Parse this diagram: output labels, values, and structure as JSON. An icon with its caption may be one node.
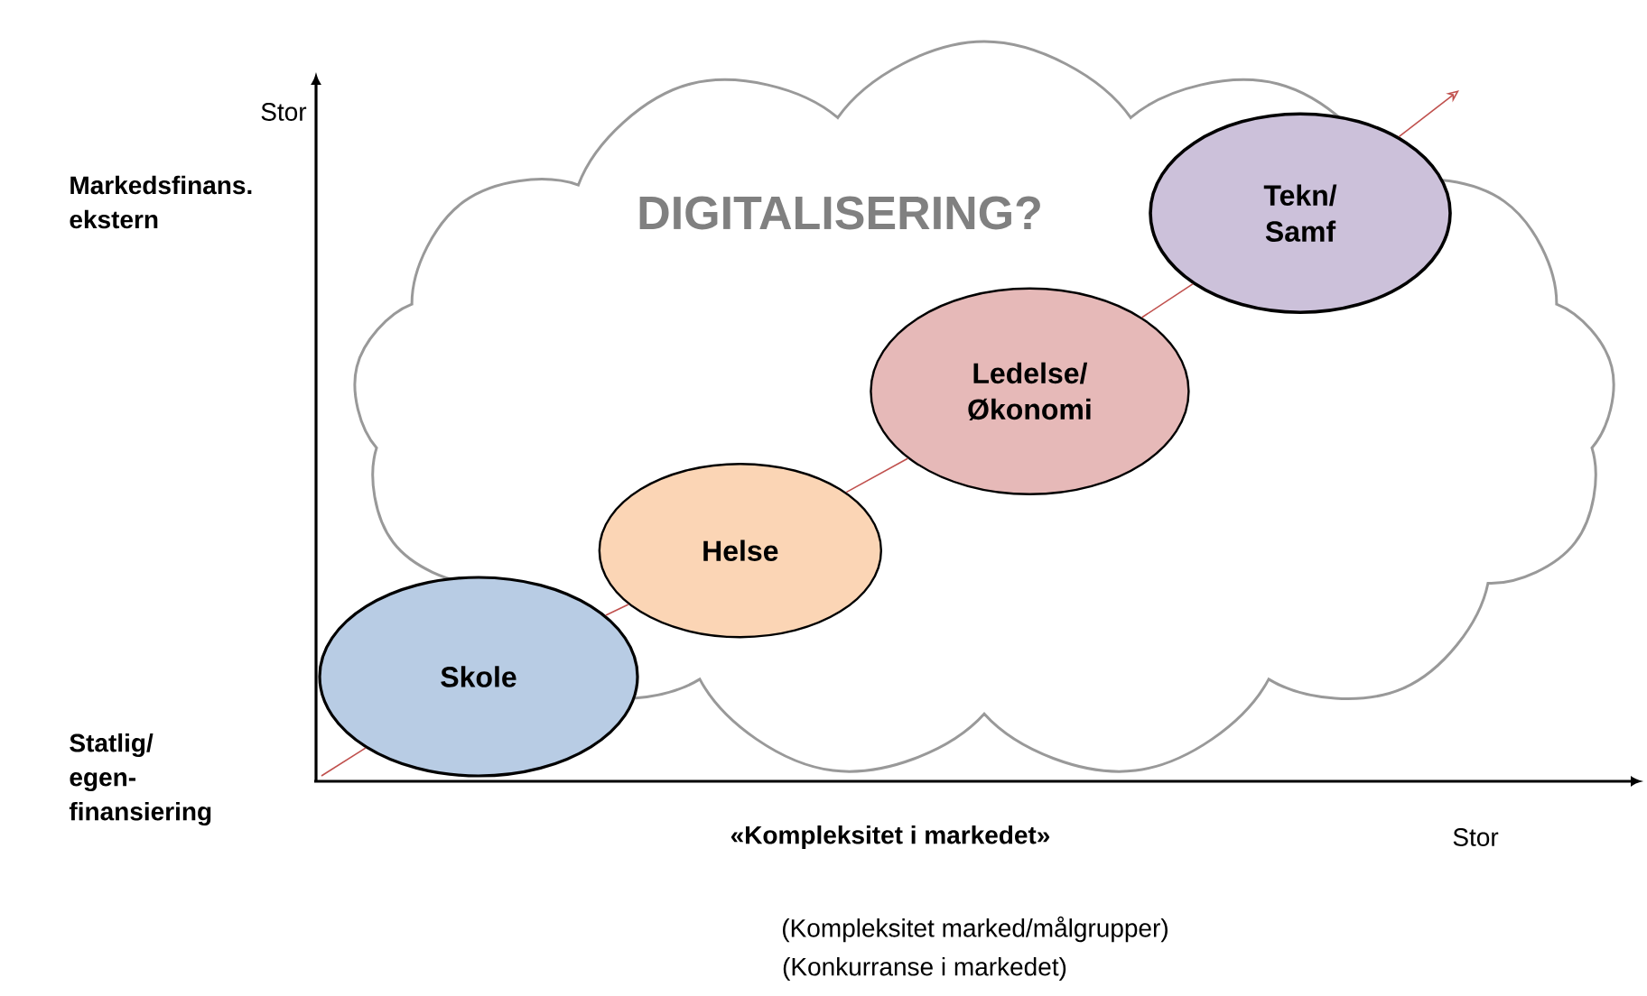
{
  "diagram": {
    "nodes": [
      {
        "text": [
          "DIGITALISERING?"
        ]
      },
      {
        "text": [
          "Skole"
        ]
      },
      {
        "text": [
          "Helse"
        ],
        "in": 0
      },
      {
        "text": [
          "Ledelse/ Økonomi"
        ],
        "in": 0
      },
      {
        "text": [
          "Tekn/ Samf"
        ],
        "in": 0
      }
    ],
    "edges": [
      {
        "from": null,
        "to": 1,
        "arrow": "none"
      },
      {
        "from": 1,
        "to": 2,
        "arrow": "none"
      },
      {
        "from": 2,
        "to": 3,
        "arrow": "none"
      },
      {
        "from": 3,
        "to": 4,
        "arrow": "none"
      },
      {
        "from": 4,
        "to": null,
        "arrow": "to"
      }
    ],
    "labels": [
      "Stor",
      "Markedsfinans. ekstern",
      "Statlig/ egen- finansiering",
      "«Kompleksitet i markedet»",
      "Stor",
      "(Kompleksitet marked/målgrupper)",
      "(Konkurranse i markedet)"
    ]
  }
}
